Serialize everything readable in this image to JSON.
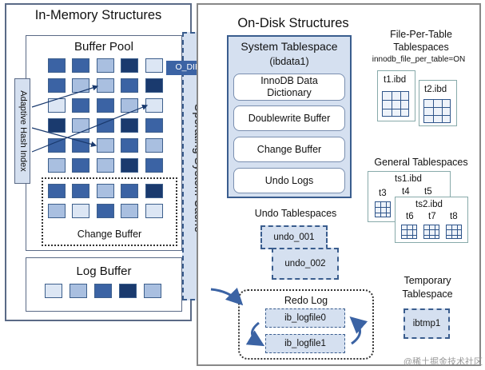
{
  "in_memory": {
    "title": "In-Memory Structures",
    "buffer_pool": {
      "title": "Buffer Pool",
      "change_buffer": "Change Buffer"
    },
    "adaptive_hash_index": "Adaptive Hash Index",
    "log_buffer": "Log Buffer"
  },
  "os_cache": {
    "label": "Operating System Cache",
    "o_direct": "O_DIRECT"
  },
  "on_disk": {
    "title": "On-Disk Structures",
    "system_tablespace": {
      "title": "System Tablespace",
      "subtitle": "(ibdata1)",
      "items": [
        "InnoDB Data Dictionary",
        "Doublewrite Buffer",
        "Change Buffer",
        "Undo Logs"
      ]
    },
    "file_per_table": {
      "title_line1": "File-Per-Table",
      "title_line2": "Tablespaces",
      "setting": "innodb_file_per_table=ON",
      "files": [
        "t1.ibd",
        "t2.ibd"
      ]
    },
    "general": {
      "title": "General Tablespaces",
      "ts1": {
        "name": "ts1.ibd",
        "tables": [
          "t3",
          "t4",
          "t5"
        ]
      },
      "ts2": {
        "name": "ts2.ibd",
        "tables": [
          "t6",
          "t7",
          "t8"
        ]
      }
    },
    "undo_tablespaces": {
      "title": "Undo Tablespaces",
      "files": [
        "undo_001",
        "undo_002"
      ]
    },
    "redo_log": {
      "title": "Redo Log",
      "files": [
        "ib_logfile0",
        "ib_logfile1"
      ]
    },
    "temporary": {
      "title_line1": "Temporary",
      "title_line2": "Tablespace",
      "file": "ibtmp1"
    }
  },
  "watermark": "@稀土掘金技术社区",
  "colors": {
    "dark": "#1a3a6e",
    "medium": "#3b63a4",
    "light": "#a9bfe0",
    "pale": "#dce6f4",
    "panel_fill": "#d5e0f0",
    "border": "#5a6a86"
  }
}
